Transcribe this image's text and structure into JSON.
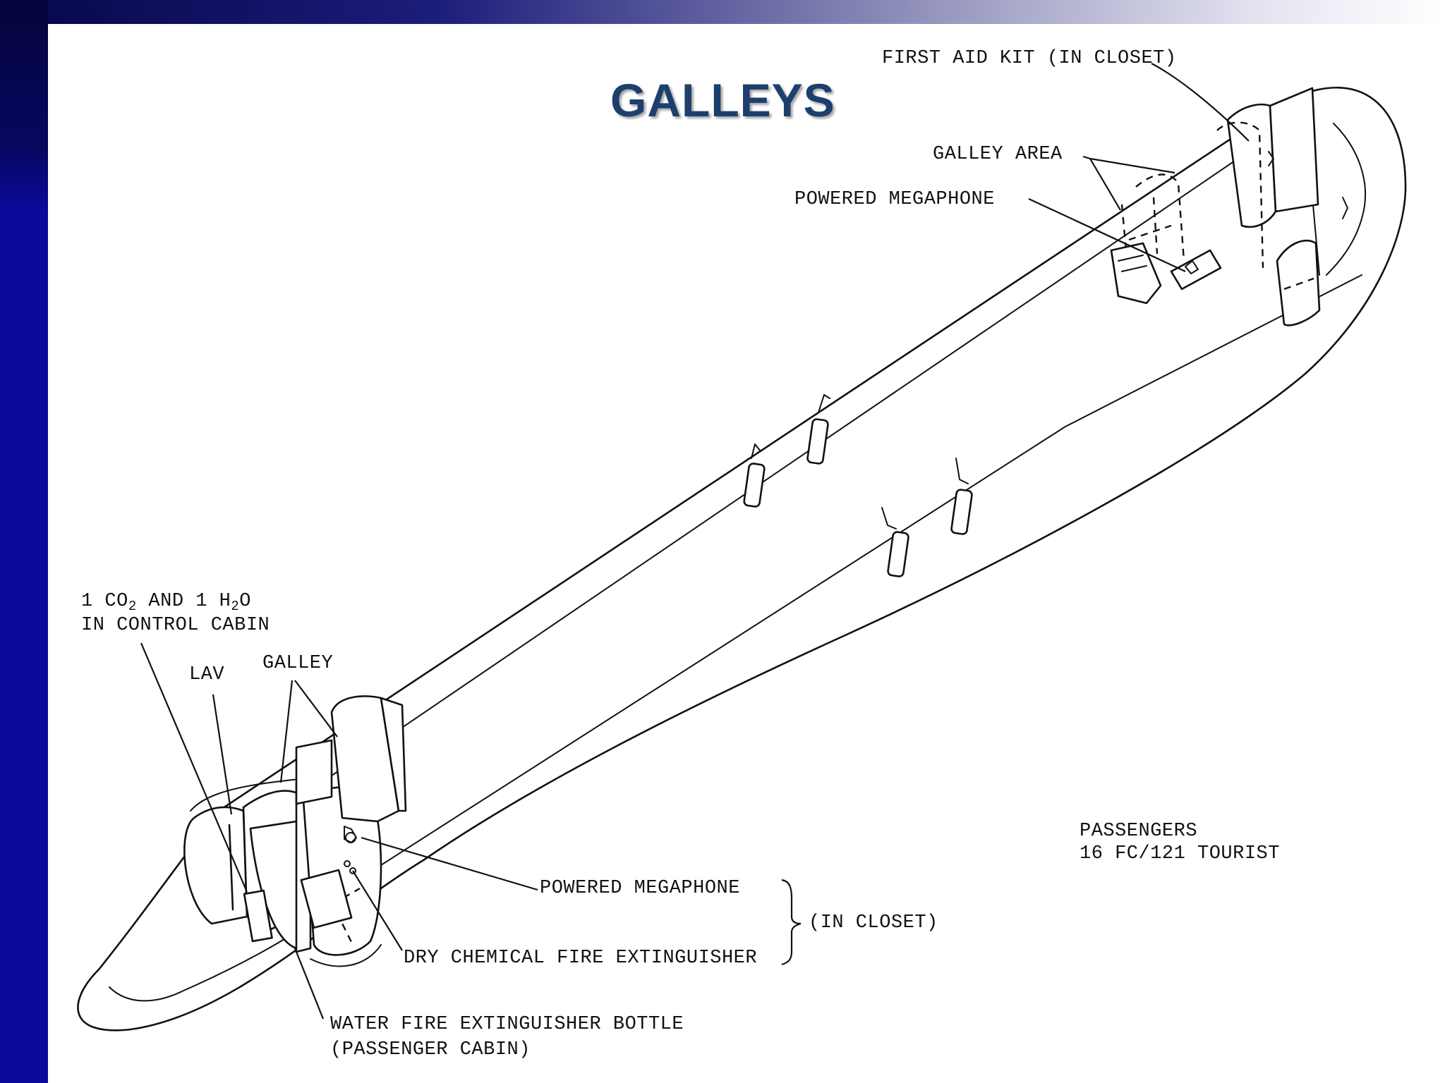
{
  "slide": {
    "title": "GALLEYS",
    "colors": {
      "background": "#0a0a9a",
      "panel": "#ffffff",
      "title": "#1d3f6e"
    }
  },
  "labels": {
    "first_aid_kit": "FIRST AID KIT (IN CLOSET)",
    "galley_area": "GALLEY AREA",
    "powered_megaphone_aft": "POWERED MEGAPHONE",
    "co2_h2o_line1_a": "1 CO",
    "co2_h2o_line1_sub1": "2",
    "co2_h2o_line1_b": " AND 1 H",
    "co2_h2o_line1_sub2": "2",
    "co2_h2o_line1_c": "O",
    "co2_h2o_line2": "IN CONTROL CABIN",
    "lav": "LAV",
    "galley": "GALLEY",
    "powered_megaphone_fwd": "POWERED MEGAPHONE",
    "in_closet": "(IN CLOSET)",
    "dry_chemical": "DRY CHEMICAL FIRE EXTINGUISHER",
    "water_bottle_line1": "WATER FIRE EXTINGUISHER BOTTLE",
    "water_bottle_line2": "(PASSENGER CABIN)",
    "passengers_line1": "PASSENGERS",
    "passengers_line2": "16 FC/121 TOURIST"
  }
}
